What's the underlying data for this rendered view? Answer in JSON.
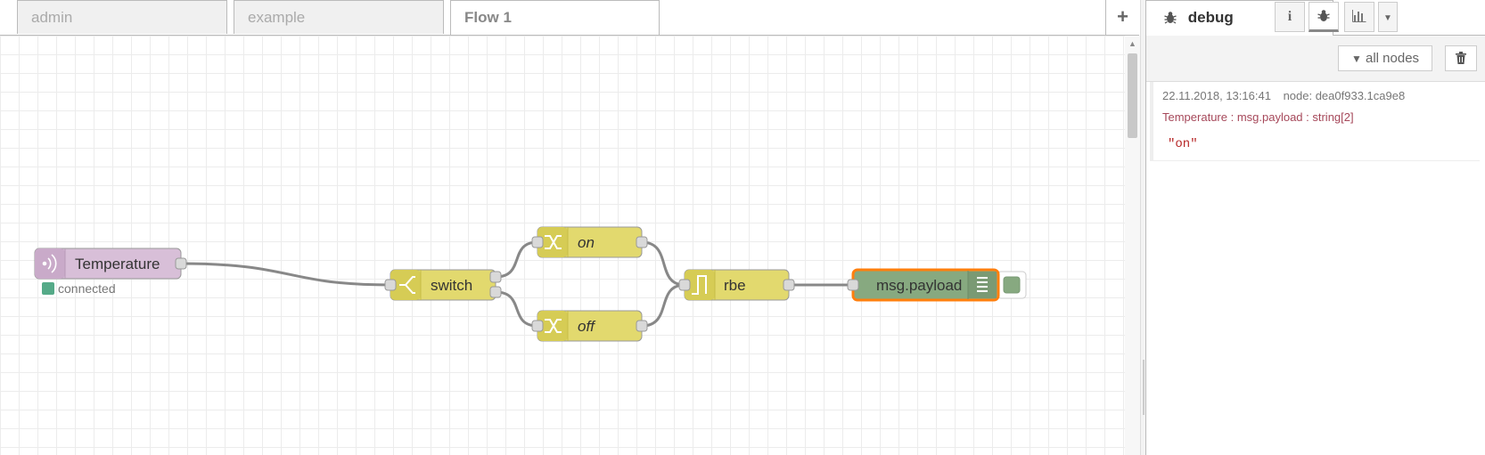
{
  "tabs": [
    {
      "label": "admin"
    },
    {
      "label": "example"
    },
    {
      "label": "Flow 1"
    }
  ],
  "add_tab_icon": "plus-icon",
  "canvas": {
    "nodes": {
      "temperature": {
        "label": "Temperature",
        "status": "connected",
        "color": "#d8bfd8",
        "status_color": "#5a8"
      },
      "switch": {
        "label": "switch",
        "color": "#e2d96e"
      },
      "on": {
        "label": "on",
        "color": "#e2d96e"
      },
      "off": {
        "label": "off",
        "color": "#e2d96e"
      },
      "rbe": {
        "label": "rbe",
        "color": "#e2d96e"
      },
      "debug": {
        "label": "msg.payload",
        "color": "#87a980",
        "selected_border": "#ff7f0e"
      }
    }
  },
  "sidebar": {
    "active_tab": {
      "label": "debug",
      "icon": "bug-icon"
    },
    "icon_buttons": [
      "info-icon",
      "bug-icon",
      "bar-chart-icon",
      "caret-down-icon"
    ],
    "filter_label": "all nodes",
    "filter_icon": "filter-icon",
    "clear_icon": "trash-icon",
    "message": {
      "timestamp": "22.11.2018, 13:16:41",
      "node": "node: dea0f933.1ca9e8",
      "topic": "Temperature : msg.payload : string[2]",
      "value": "\"on\""
    }
  }
}
